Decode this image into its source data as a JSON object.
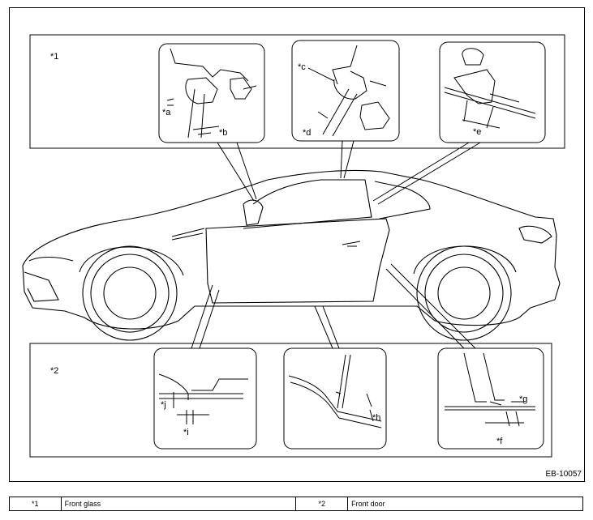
{
  "diagram": {
    "group_labels": {
      "g1": "*1",
      "g2": "*2"
    },
    "callouts": {
      "a": "*a",
      "b": "*b",
      "c": "*c",
      "d": "*d",
      "e": "*e",
      "f": "*f",
      "g": "*g",
      "h": "*h",
      "i": "*i",
      "j": "*j"
    },
    "figure_code": "EB-10057"
  },
  "legend": [
    {
      "key": "*1",
      "value": "Front glass"
    },
    {
      "key": "*2",
      "value": "Front door"
    }
  ]
}
